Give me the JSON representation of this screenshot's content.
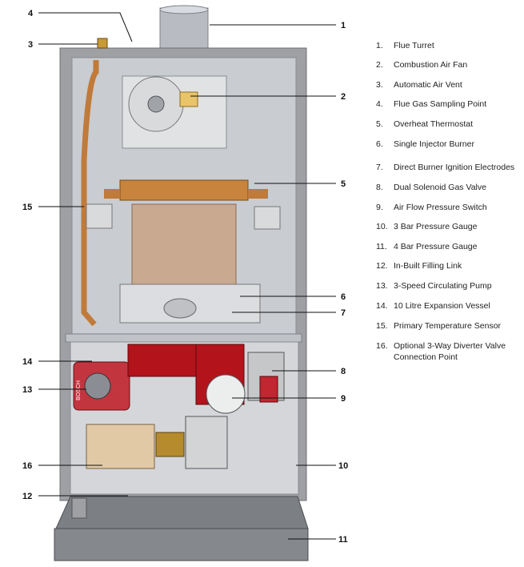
{
  "colors": {
    "casing": "#9ea0a4",
    "panel": "#c9ccd1",
    "copper": "#c07a3a",
    "pump": "#c2353f",
    "red_block": "#b3131b",
    "base_tray": "#7c7f84"
  },
  "callouts": [
    "1",
    "2",
    "3",
    "4",
    "5",
    "6",
    "7",
    "8",
    "9",
    "10",
    "11",
    "12",
    "13",
    "14",
    "15",
    "16"
  ],
  "legend": [
    {
      "num": "1.",
      "text": "Flue Turret"
    },
    {
      "num": "2.",
      "text": "Combustion Air Fan"
    },
    {
      "num": "3.",
      "text": "Automatic Air Vent"
    },
    {
      "num": "4.",
      "text": "Flue Gas Sampling Point"
    },
    {
      "num": "5.",
      "text": "Overheat Thermostat"
    },
    {
      "num": "6.",
      "text": "Single Injector Burner"
    },
    {
      "num": "7.",
      "text": "Direct Burner Ignition Electrodes"
    },
    {
      "num": "8.",
      "text": "Dual Solenoid Gas Valve"
    },
    {
      "num": "9.",
      "text": "Air Flow Pressure Switch"
    },
    {
      "num": "10.",
      "text": "3 Bar Pressure Gauge"
    },
    {
      "num": "11.",
      "text": "4 Bar Pressure Gauge"
    },
    {
      "num": "12.",
      "text": "In-Built Filling Link"
    },
    {
      "num": "13.",
      "text": "3-Speed Circulating Pump"
    },
    {
      "num": "14.",
      "text": "10 Litre Expansion Vessel"
    },
    {
      "num": "15.",
      "text": "Primary Temperature Sensor"
    },
    {
      "num": "16.",
      "text": "Optional 3-Way Diverter Valve\nConnection Point"
    }
  ],
  "pump_brand": "BOSCH"
}
